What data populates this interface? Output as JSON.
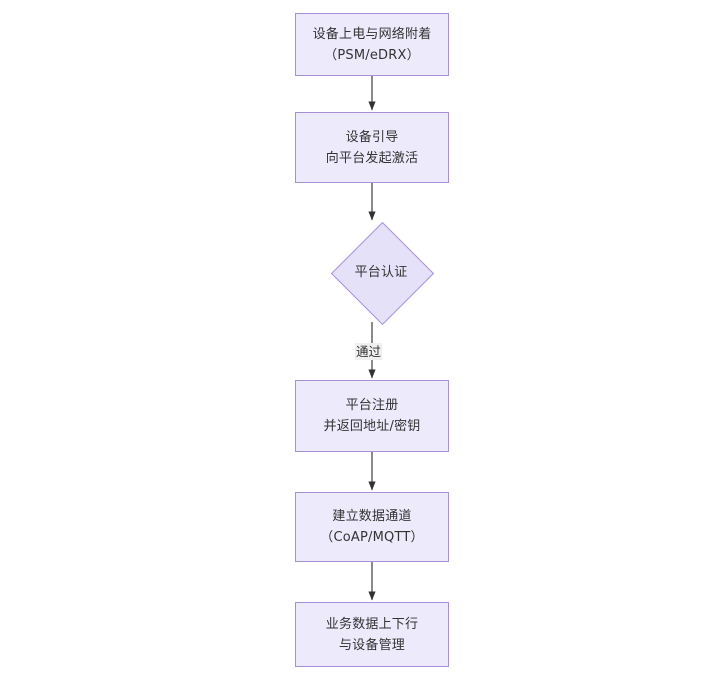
{
  "diagram": {
    "type": "flowchart",
    "orientation": "top-to-bottom",
    "title_text": "",
    "colors": {
      "node_fill": "#edeafc",
      "node_border": "#a88fdc",
      "diamond_fill": "#e4e1f8",
      "edge_stroke": "#333333",
      "text": "#333333",
      "label_background": "#f0f0f0",
      "canvas_background": "#ffffff"
    },
    "nodes": [
      {
        "id": "power-on",
        "shape": "rect",
        "lines": [
          "设备上电与网络附着",
          "（PSM/eDRX）"
        ]
      },
      {
        "id": "bootstrap",
        "shape": "rect",
        "lines": [
          "设备引导",
          "向平台发起激活"
        ]
      },
      {
        "id": "platform-auth",
        "shape": "diamond",
        "lines": [
          "平台认证"
        ]
      },
      {
        "id": "platform-register",
        "shape": "rect",
        "lines": [
          "平台注册",
          "并返回地址/密钥"
        ]
      },
      {
        "id": "data-channel",
        "shape": "rect",
        "lines": [
          "建立数据通道",
          "（CoAP/MQTT）"
        ]
      },
      {
        "id": "service-data",
        "shape": "rect",
        "lines": [
          "业务数据上下行",
          "与设备管理"
        ]
      }
    ],
    "edges": [
      {
        "from": "power-on",
        "to": "bootstrap",
        "label": ""
      },
      {
        "from": "bootstrap",
        "to": "platform-auth",
        "label": ""
      },
      {
        "from": "platform-auth",
        "to": "platform-register",
        "label": "通过"
      },
      {
        "from": "platform-register",
        "to": "data-channel",
        "label": ""
      },
      {
        "from": "data-channel",
        "to": "service-data",
        "label": ""
      }
    ]
  }
}
